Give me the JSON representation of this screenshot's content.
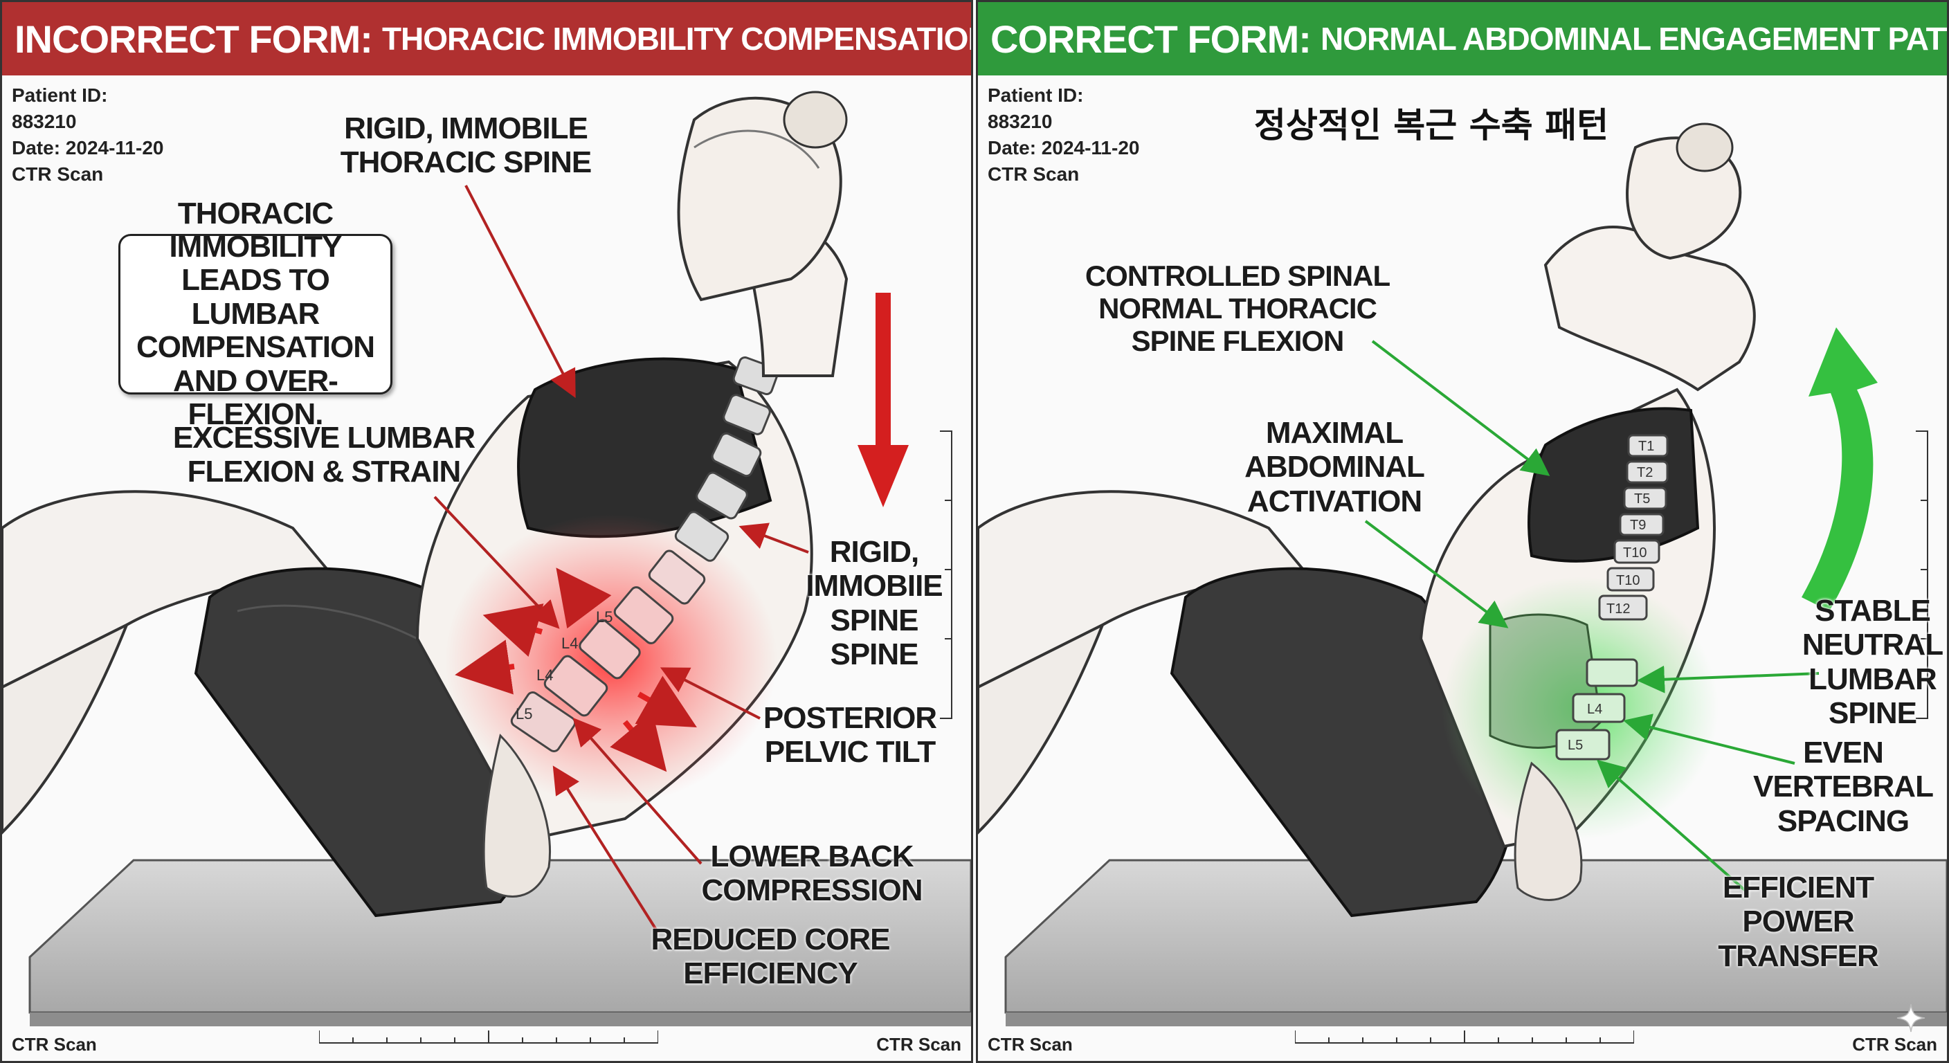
{
  "left_panel": {
    "header": {
      "title_main": "INCORRECT FORM:",
      "title_sub": "THORACIC IMMOBILITY COMPENSATION",
      "color": "#b03030"
    },
    "meta": {
      "patient_id_label": "Patient ID:",
      "patient_id": "883210",
      "date": "Date: 2024-11-20",
      "scan": "CTR Scan"
    },
    "callout": "THORACIC IMMOBILITY LEADS TO LUMBAR COMPENSATION AND OVER-FLEXION.",
    "labels": {
      "rigid_thoracic": "RIGID, IMMOBILE THORACIC SPINE",
      "excessive_lumbar": "EXCESSIVE LUMBAR FLEXION & STRAIN",
      "rigid_spine_1": "RIGID,",
      "rigid_spine_2": "IMMOBIIE",
      "rigid_spine_3": "SPINE",
      "rigid_spine_4": "SPINE",
      "posterior_tilt": "POSTERIOR PELVIC TILT",
      "lower_back": "LOWER BACK COMPRESSION",
      "reduced_core": "REDUCED CORE EFFICIENCY"
    },
    "vertebrae": [
      "L5",
      "L4",
      "L4",
      "L5"
    ],
    "footer_left": "CTR Scan",
    "footer_right": "CTR Scan",
    "accent": "#e02020"
  },
  "right_panel": {
    "header": {
      "title_main": "CORRECT FORM:",
      "title_sub": "NORMAL ABDOMINAL ENGAGEMENT PATTERN",
      "color": "#2f9a3c"
    },
    "meta": {
      "patient_id_label": "Patient ID:",
      "patient_id": "883210",
      "date": "Date: 2024-11-20",
      "scan": "CTR Scan"
    },
    "korean_title": "정상적인 복근 수축 패턴",
    "labels": {
      "controlled_1": "CONTROLLED SPINAL",
      "controlled_2": "NORMAL THORACIC",
      "controlled_3": "SPINE FLEXION",
      "maximal": "MAXIMAL ABDOMINAL ACTIVATION",
      "stable": "STABLE NEUTRAL LUMBAR SPINE",
      "even": "EVEN VERTEBRAL SPACING",
      "efficient": "EFFICIENT POWER TRANSFER"
    },
    "vertebrae": [
      "T1",
      "T2",
      "T5",
      "T9",
      "T10",
      "T10",
      "T12",
      "L4",
      "L5"
    ],
    "footer_left": "CTR Scan",
    "footer_right": "CTR Scan",
    "accent": "#2fbf3a"
  }
}
